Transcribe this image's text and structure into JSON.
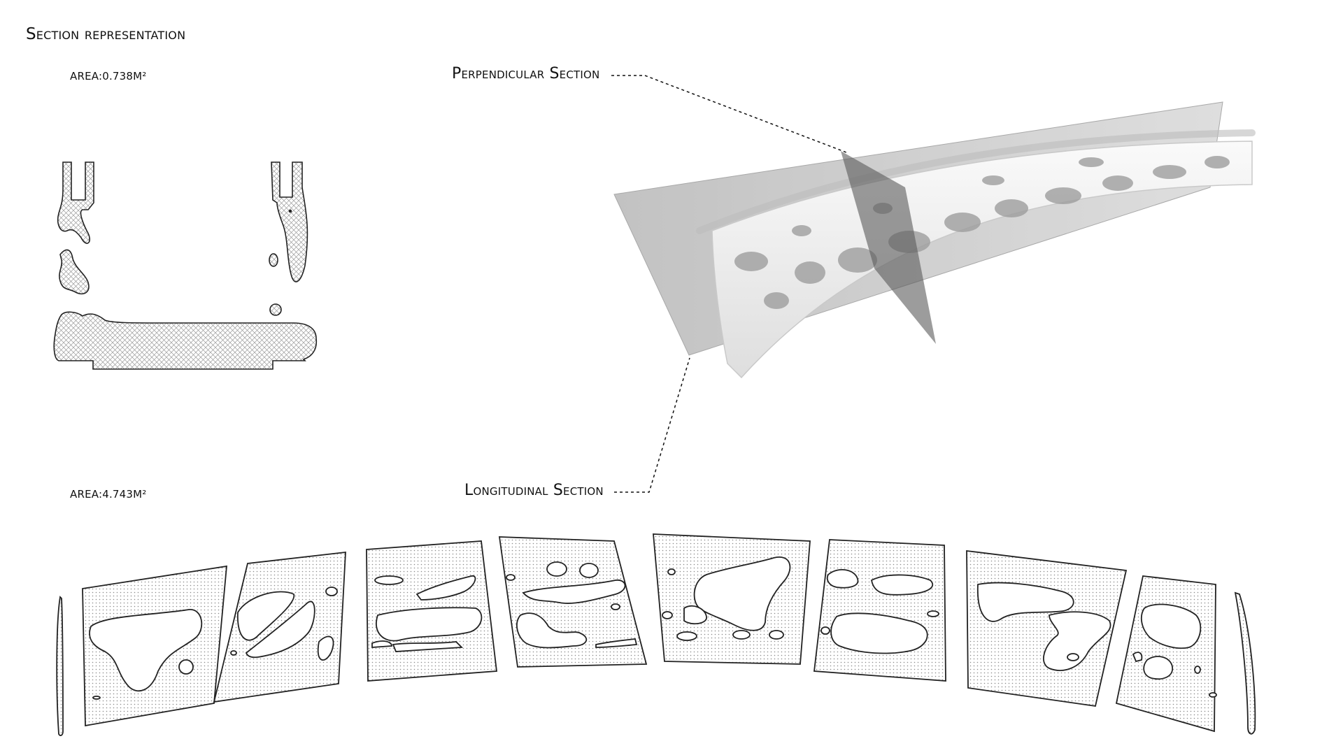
{
  "title": "Section representation",
  "perpendicular_area": "AREA:0.738M²",
  "longitudinal_area": "AREA:4.743M²",
  "callouts": {
    "perpendicular": "Perpendicular Section",
    "longitudinal": "Longitudinal Section"
  },
  "colors": {
    "ink": "#111111",
    "plane": "#8a8a8a",
    "hatch": "#9a9a9a",
    "model": "#e6e6e6"
  }
}
